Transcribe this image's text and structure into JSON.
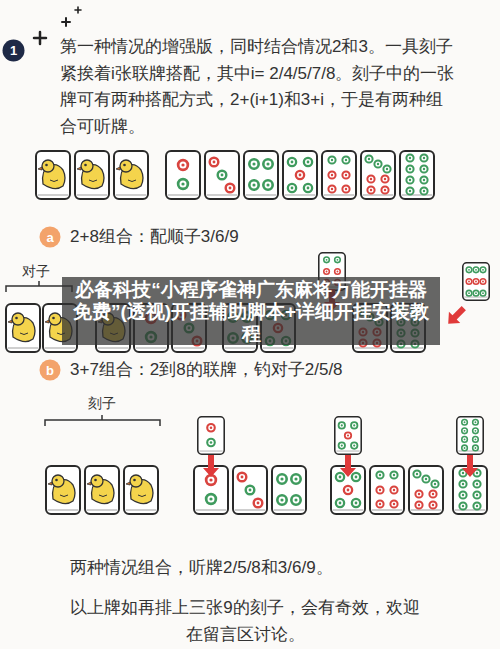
{
  "diagram": {
    "nodes": [
      {
        "text": [
          "1"
        ]
      },
      {
        "text": [
          "a"
        ]
      },
      {
        "text": [
          "b"
        ]
      }
    ],
    "labels": [
      "第一种情况的增强版，同时结合情况2和3。一具刻子紧挨着i张联牌搭配，其中i= 2/4/5/7/8。刻子中的一张牌可有两种搭配方式，2+(i+1)和3+i，于是有两种组合可听牌。",
      "2+8组合：配顺子3/6/9",
      "对子",
      "必备科技“小程序雀神广东麻将万能开挂器免费”(透视)开挂辅助脚本+详细开挂安装教程",
      "3+7组合：2到8的联牌，钓对子2/5/8",
      "刻子",
      "两种情况组合，听牌2/5/8和3/6/9。",
      "以上牌如再排上三张9的刻子，会有奇效，欢迎在留言区讨论。"
    ]
  }
}
